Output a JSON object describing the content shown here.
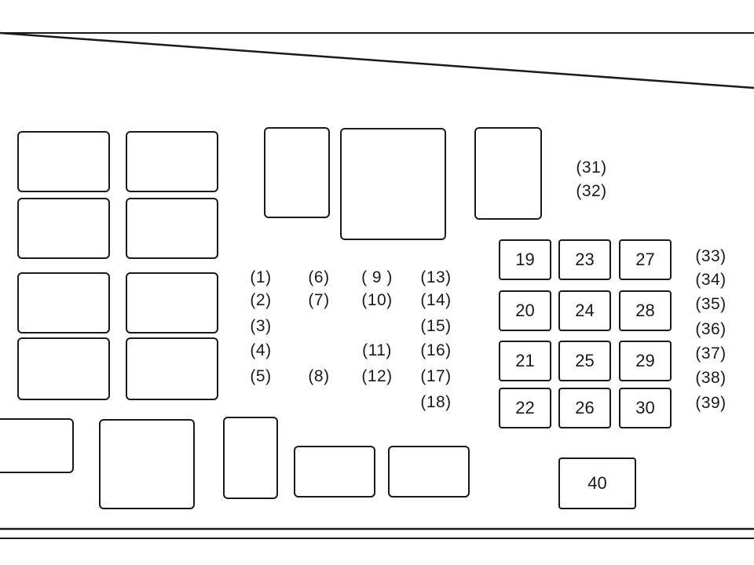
{
  "fuse_blocks": [
    "19",
    "20",
    "21",
    "22",
    "23",
    "24",
    "25",
    "26",
    "27",
    "28",
    "29",
    "30",
    "40"
  ],
  "fuse_labels": [
    "(1)",
    "(2)",
    "(3)",
    "(4)",
    "(5)",
    "(6)",
    "(7)",
    "(8)",
    "( 9 )",
    "(10)",
    "(11)",
    "(12)",
    "(13)",
    "(14)",
    "(15)",
    "(16)",
    "(17)",
    "(18)",
    "(31)",
    "(32)",
    "(33)",
    "(34)",
    "(35)",
    "(36)",
    "(37)",
    "(38)",
    "(39)"
  ],
  "colors": {
    "line": "#1a1a1a",
    "background": "#ffffff"
  }
}
